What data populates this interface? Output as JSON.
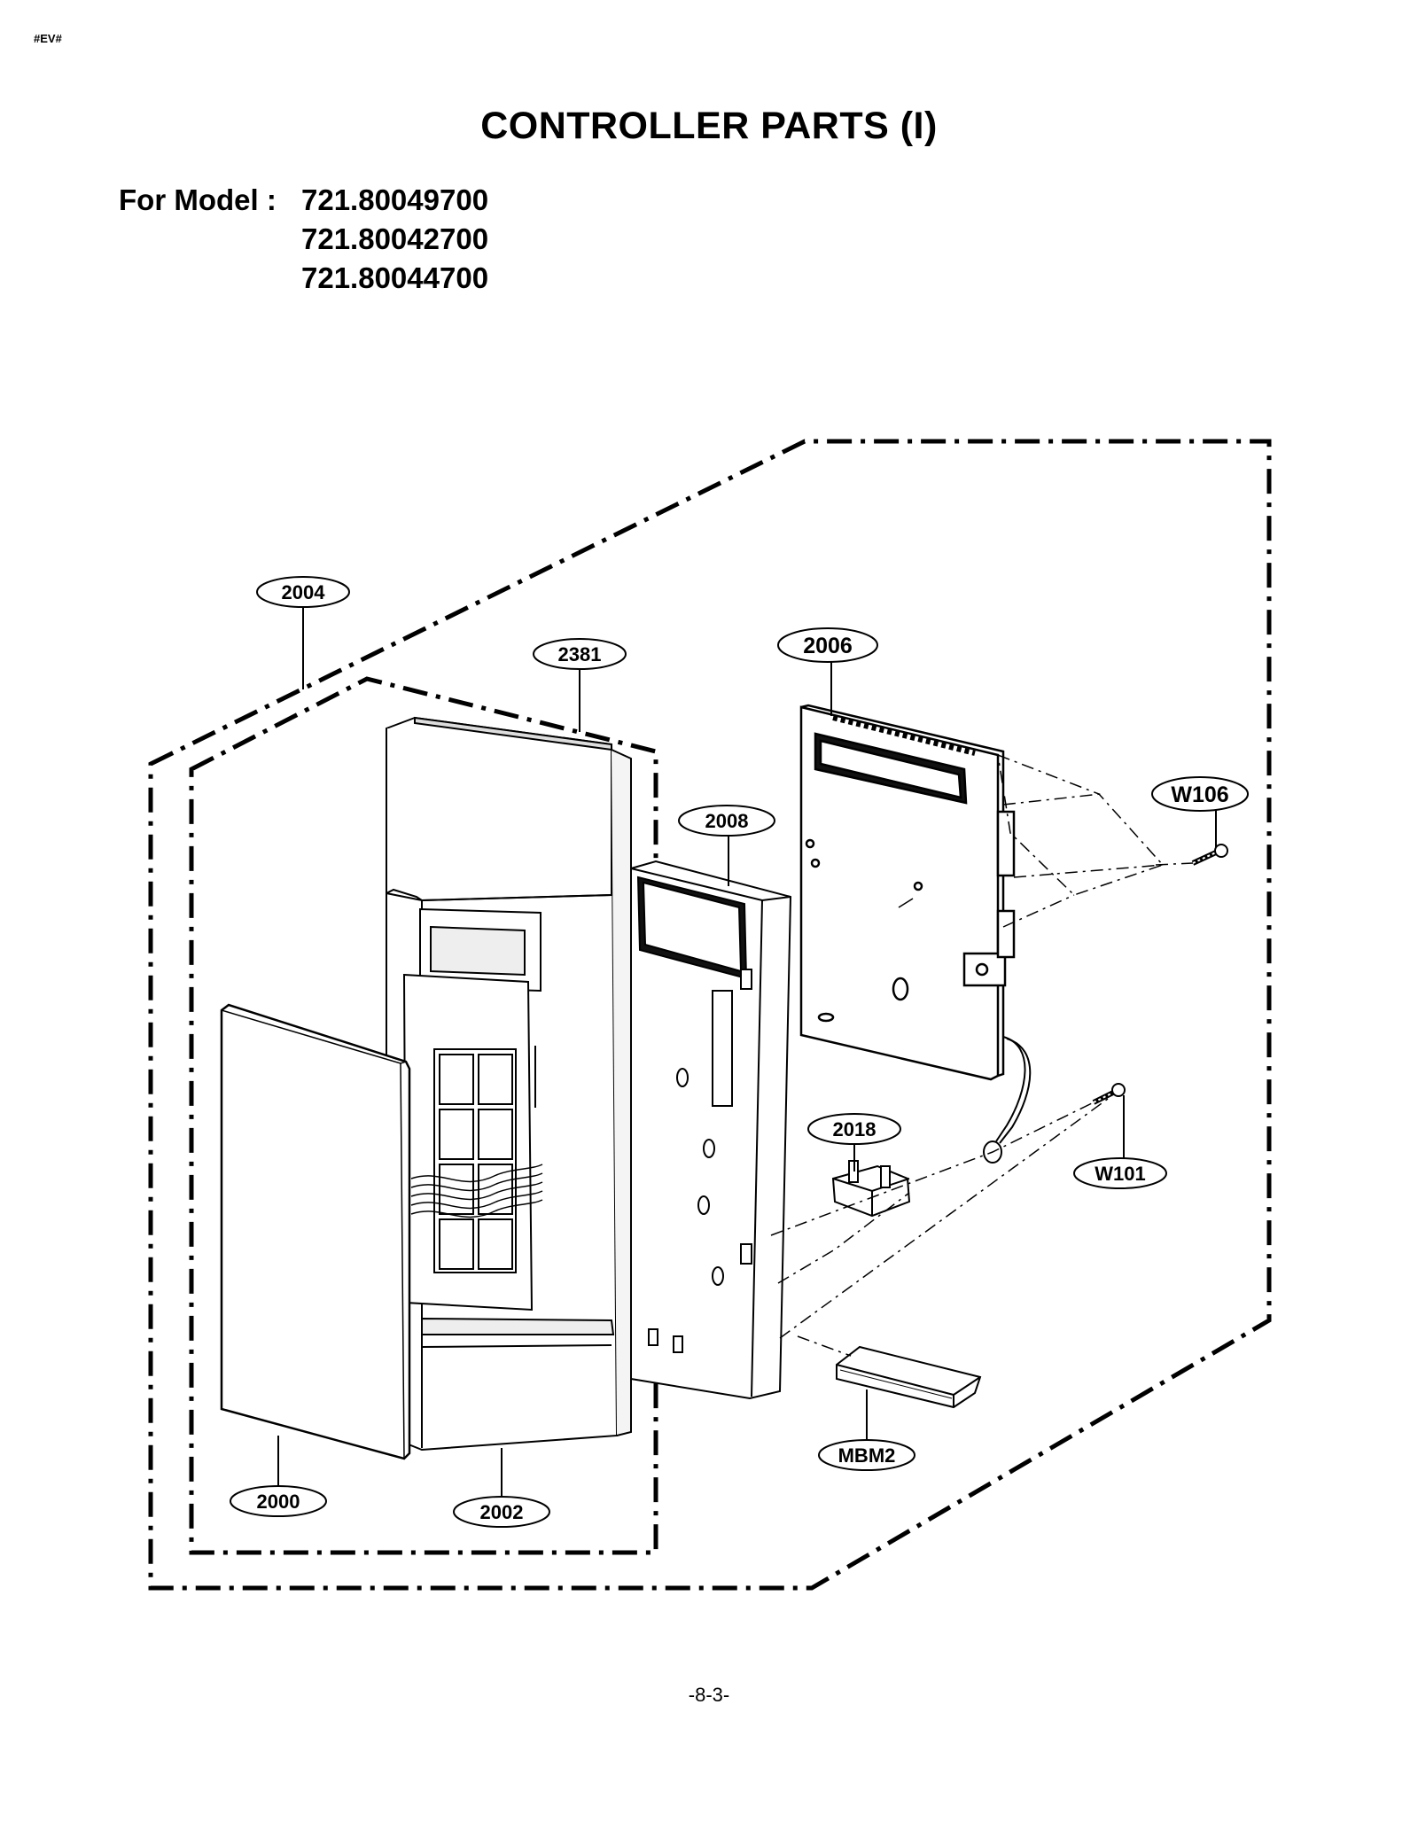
{
  "header": {
    "corner_tag": "#EV#"
  },
  "title": "CONTROLLER PARTS (I)",
  "models": {
    "prefix": "For Model :",
    "numbers": [
      "721.80049700",
      "721.80042700",
      "721.80044700"
    ]
  },
  "diagram": {
    "callouts": [
      {
        "id": "2004",
        "label": "2004"
      },
      {
        "id": "2381",
        "label": "2381"
      },
      {
        "id": "2006",
        "label": "2006"
      },
      {
        "id": "2008",
        "label": "2008"
      },
      {
        "id": "W106",
        "label": "W106"
      },
      {
        "id": "2018",
        "label": "2018"
      },
      {
        "id": "W101",
        "label": "W101"
      },
      {
        "id": "MBM2",
        "label": "MBM2"
      },
      {
        "id": "2000",
        "label": "2000"
      },
      {
        "id": "2002",
        "label": "2002"
      }
    ]
  },
  "footer": {
    "page_number": "-8-3-"
  }
}
